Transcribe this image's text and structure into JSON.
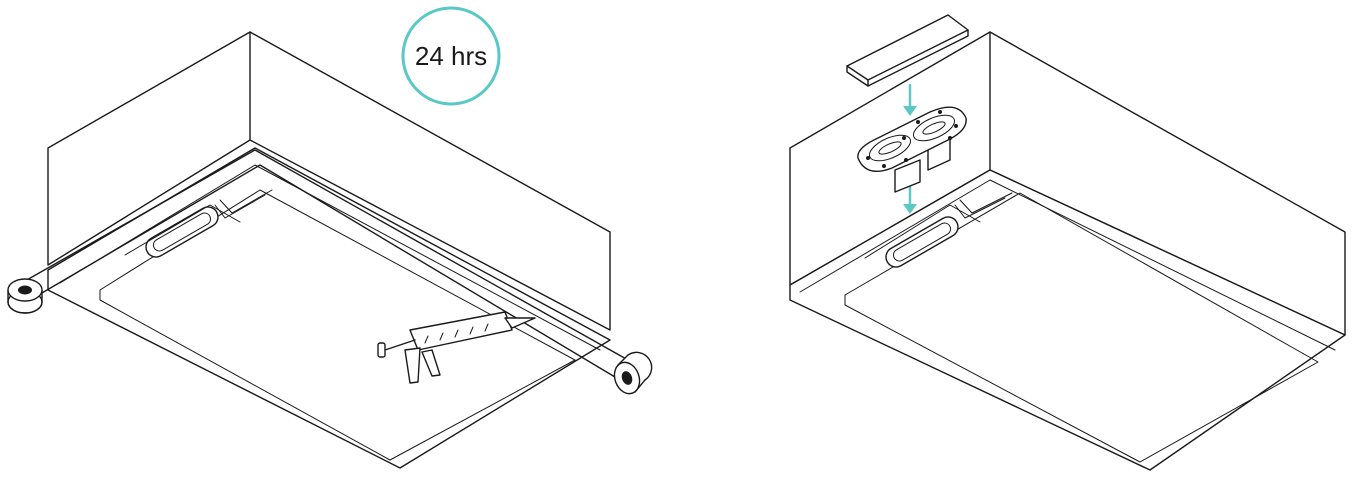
{
  "badge": {
    "label": "24 hrs",
    "ring_color": "#5bc8c8"
  },
  "arrow_color": "#5bc8c8",
  "line_color": "#1a1a1a",
  "steps": [
    {
      "name": "step-apply-sealant-and-cure",
      "icons": [
        "tape-roll-icon",
        "caulk-gun-icon",
        "clock-badge-icon"
      ]
    },
    {
      "name": "step-install-drain-and-cover",
      "icons": [
        "drain-body-icon",
        "drain-cover-icon",
        "down-arrow-icon"
      ]
    }
  ]
}
